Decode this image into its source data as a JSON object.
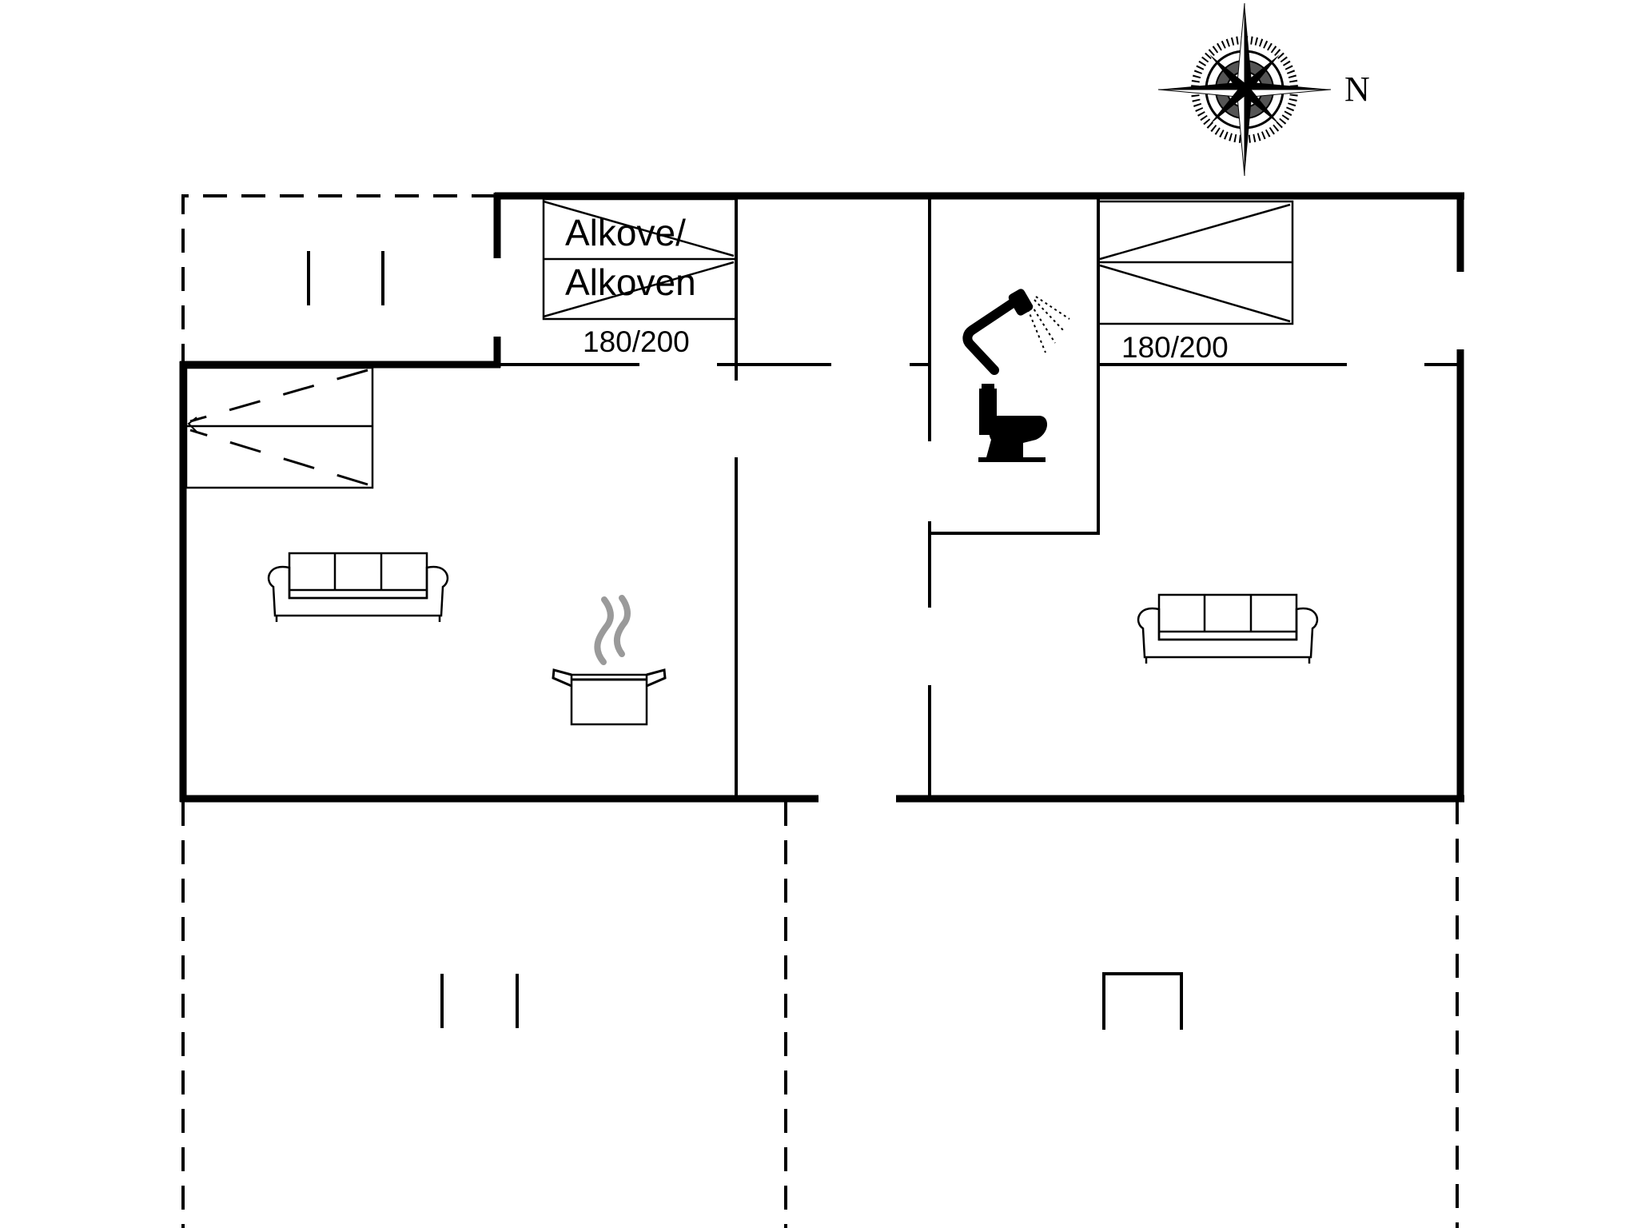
{
  "alcove": {
    "line1": "Alkove/",
    "line2": "Alkoven"
  },
  "bed_sizes": {
    "left": "180/200",
    "right": "180/200"
  },
  "compass": {
    "label": "N"
  },
  "icons": {
    "compass": "compass-rose-icon",
    "sofa": "sofa-icon",
    "kitchen": "cooking-pot-icon",
    "shower": "shower-icon",
    "toilet": "toilet-icon",
    "stairs": "stairs-icon",
    "door": "doorway-icon"
  },
  "colors": {
    "line": "#000000",
    "background": "#ffffff",
    "steam": "#9a9a9a"
  }
}
